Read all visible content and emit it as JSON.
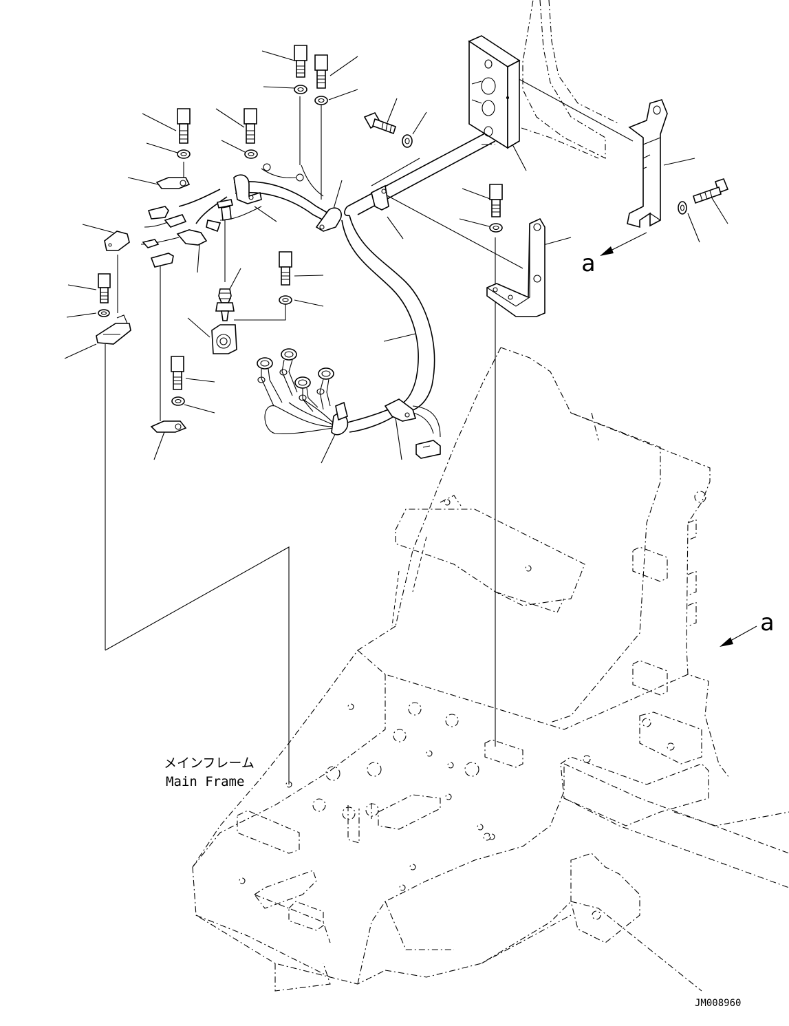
{
  "labels": {
    "view_a_top": "a",
    "view_a_right": "a",
    "main_frame_jp": "メインフレーム",
    "main_frame_en": "Main Frame",
    "drawing_number": "JM008960"
  },
  "icons": [
    "bolt-icon",
    "washer-icon",
    "clamp-icon",
    "connector-icon",
    "sensor-icon",
    "grommet-block-icon",
    "bracket-icon",
    "arrow-icon"
  ]
}
